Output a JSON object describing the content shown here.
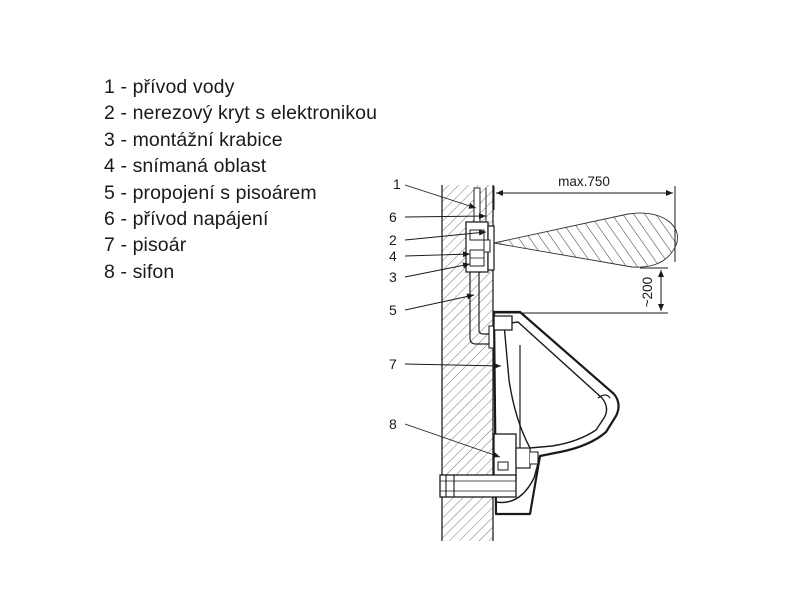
{
  "legend": [
    {
      "num": "1",
      "text": "1 - přívod vody"
    },
    {
      "num": "2",
      "text": "2 - nerezový kryt s elektronikou"
    },
    {
      "num": "3",
      "text": "3 - montážní krabice"
    },
    {
      "num": "4",
      "text": "4 - snímaná oblast"
    },
    {
      "num": "5",
      "text": "5 - propojení s pisoárem"
    },
    {
      "num": "6",
      "text": "6 - přívod napájení"
    },
    {
      "num": "7",
      "text": "7 - pisoár"
    },
    {
      "num": "8",
      "text": "8 - sifon"
    }
  ],
  "callouts": {
    "c1": "1",
    "c6": "6",
    "c2": "2",
    "c4": "4",
    "c3": "3",
    "c5": "5",
    "c7": "7",
    "c8": "8"
  },
  "dimensions": {
    "range": "max.750",
    "height": "~200"
  }
}
